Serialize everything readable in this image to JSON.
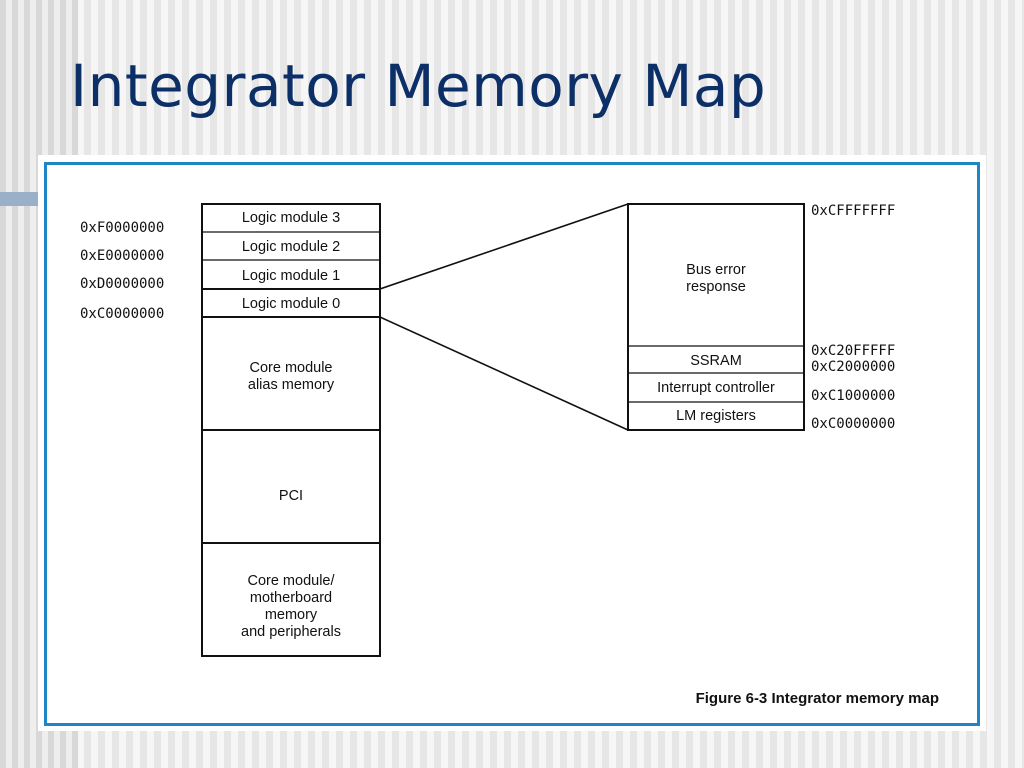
{
  "slide": {
    "title": "Integrator Memory Map"
  },
  "left_column": {
    "blocks": [
      "Logic module 3",
      "Logic module 2",
      "Logic module 1",
      "Logic module 0",
      "Core module\nalias memory",
      "PCI",
      "Core module/\nmotherboard\nmemory\nand peripherals"
    ],
    "addresses": [
      "0xF0000000",
      "0xE0000000",
      "0xD0000000",
      "0xC0000000"
    ]
  },
  "right_column": {
    "blocks": [
      "Bus error\nresponse",
      "SSRAM",
      "Interrupt controller",
      "LM registers"
    ],
    "addresses": [
      "0xCFFFFFFF",
      "0xC20FFFFF",
      "0xC2000000",
      "0xC1000000",
      "0xC0000000"
    ]
  },
  "figure": {
    "caption": "Figure 6-3 Integrator memory map"
  },
  "colors": {
    "title": "#0b2f66",
    "frame_border": "#1f86c6",
    "line": "#111111"
  }
}
